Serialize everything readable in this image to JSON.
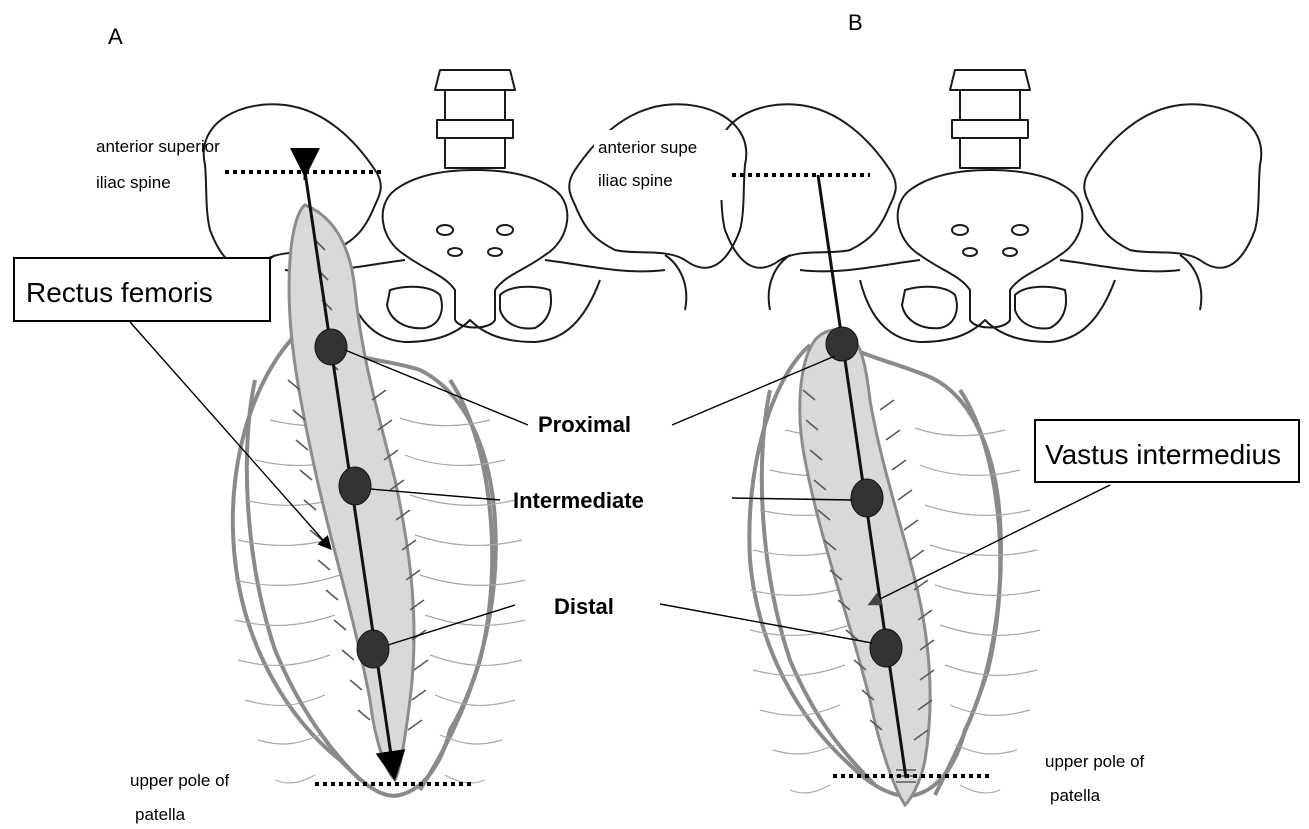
{
  "panels": [
    {
      "letter": "A",
      "landmark_top": [
        "anterior superior",
        "iliac spine"
      ],
      "landmark_bottom": [
        "upper pole of",
        "patella"
      ],
      "muscle_label": "Rectus femoris"
    },
    {
      "letter": "B",
      "landmark_top": [
        "anterior supe",
        "iliac spine"
      ],
      "landmark_bottom": [
        "upper pole of",
        "patella"
      ],
      "muscle_label": "Vastus intermedius"
    }
  ],
  "sites": {
    "proximal": "Proximal",
    "intermediate": "Intermediate",
    "distal": "Distal"
  },
  "colors": {
    "site_marker": "#333333",
    "muscle_fill": "#d9d9d9",
    "outline": "#8a8a8a"
  }
}
